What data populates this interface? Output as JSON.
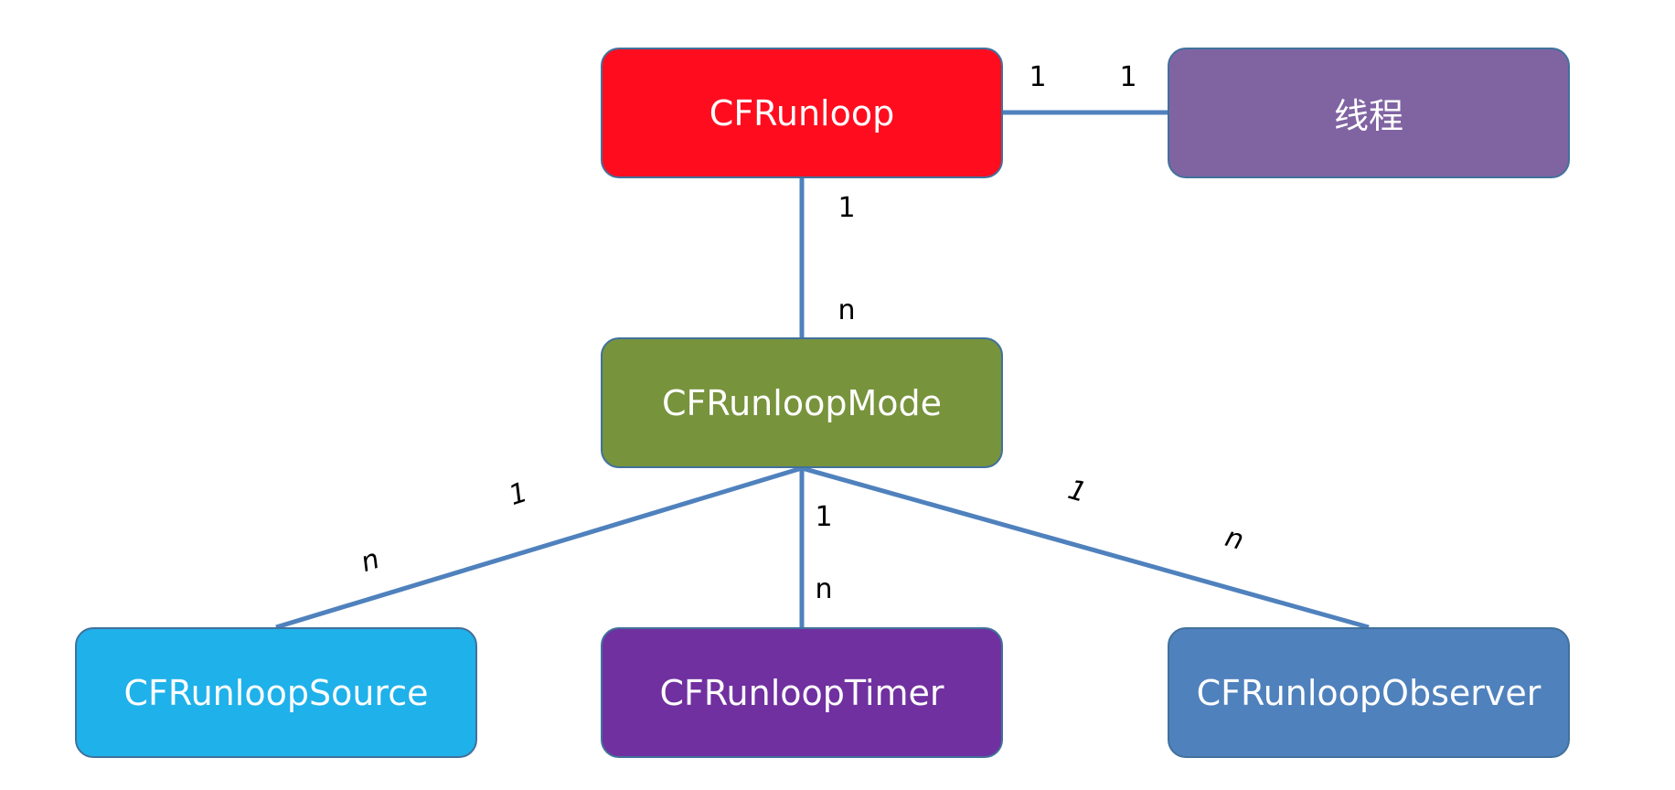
{
  "diagram": {
    "nodes": {
      "runloop": {
        "label": "CFRunloop",
        "color": "#ff0d1f"
      },
      "thread": {
        "label": "线程",
        "color": "#8064a2"
      },
      "mode": {
        "label": "CFRunloopMode",
        "color": "#77933c"
      },
      "source": {
        "label": "CFRunloopSource",
        "color": "#1fb1ea"
      },
      "timer": {
        "label": "CFRunloopTimer",
        "color": "#7030a0"
      },
      "observer": {
        "label": "CFRunloopObserver",
        "color": "#4f81bd"
      }
    },
    "edge_color": "#4f81bd",
    "edges": [
      {
        "from": "runloop",
        "to": "thread",
        "from_mult": "1",
        "to_mult": "1"
      },
      {
        "from": "runloop",
        "to": "mode",
        "from_mult": "1",
        "to_mult": "n"
      },
      {
        "from": "mode",
        "to": "source",
        "from_mult": "1",
        "to_mult": "n"
      },
      {
        "from": "mode",
        "to": "timer",
        "from_mult": "1",
        "to_mult": "n"
      },
      {
        "from": "mode",
        "to": "observer",
        "from_mult": "1",
        "to_mult": "n"
      }
    ]
  }
}
